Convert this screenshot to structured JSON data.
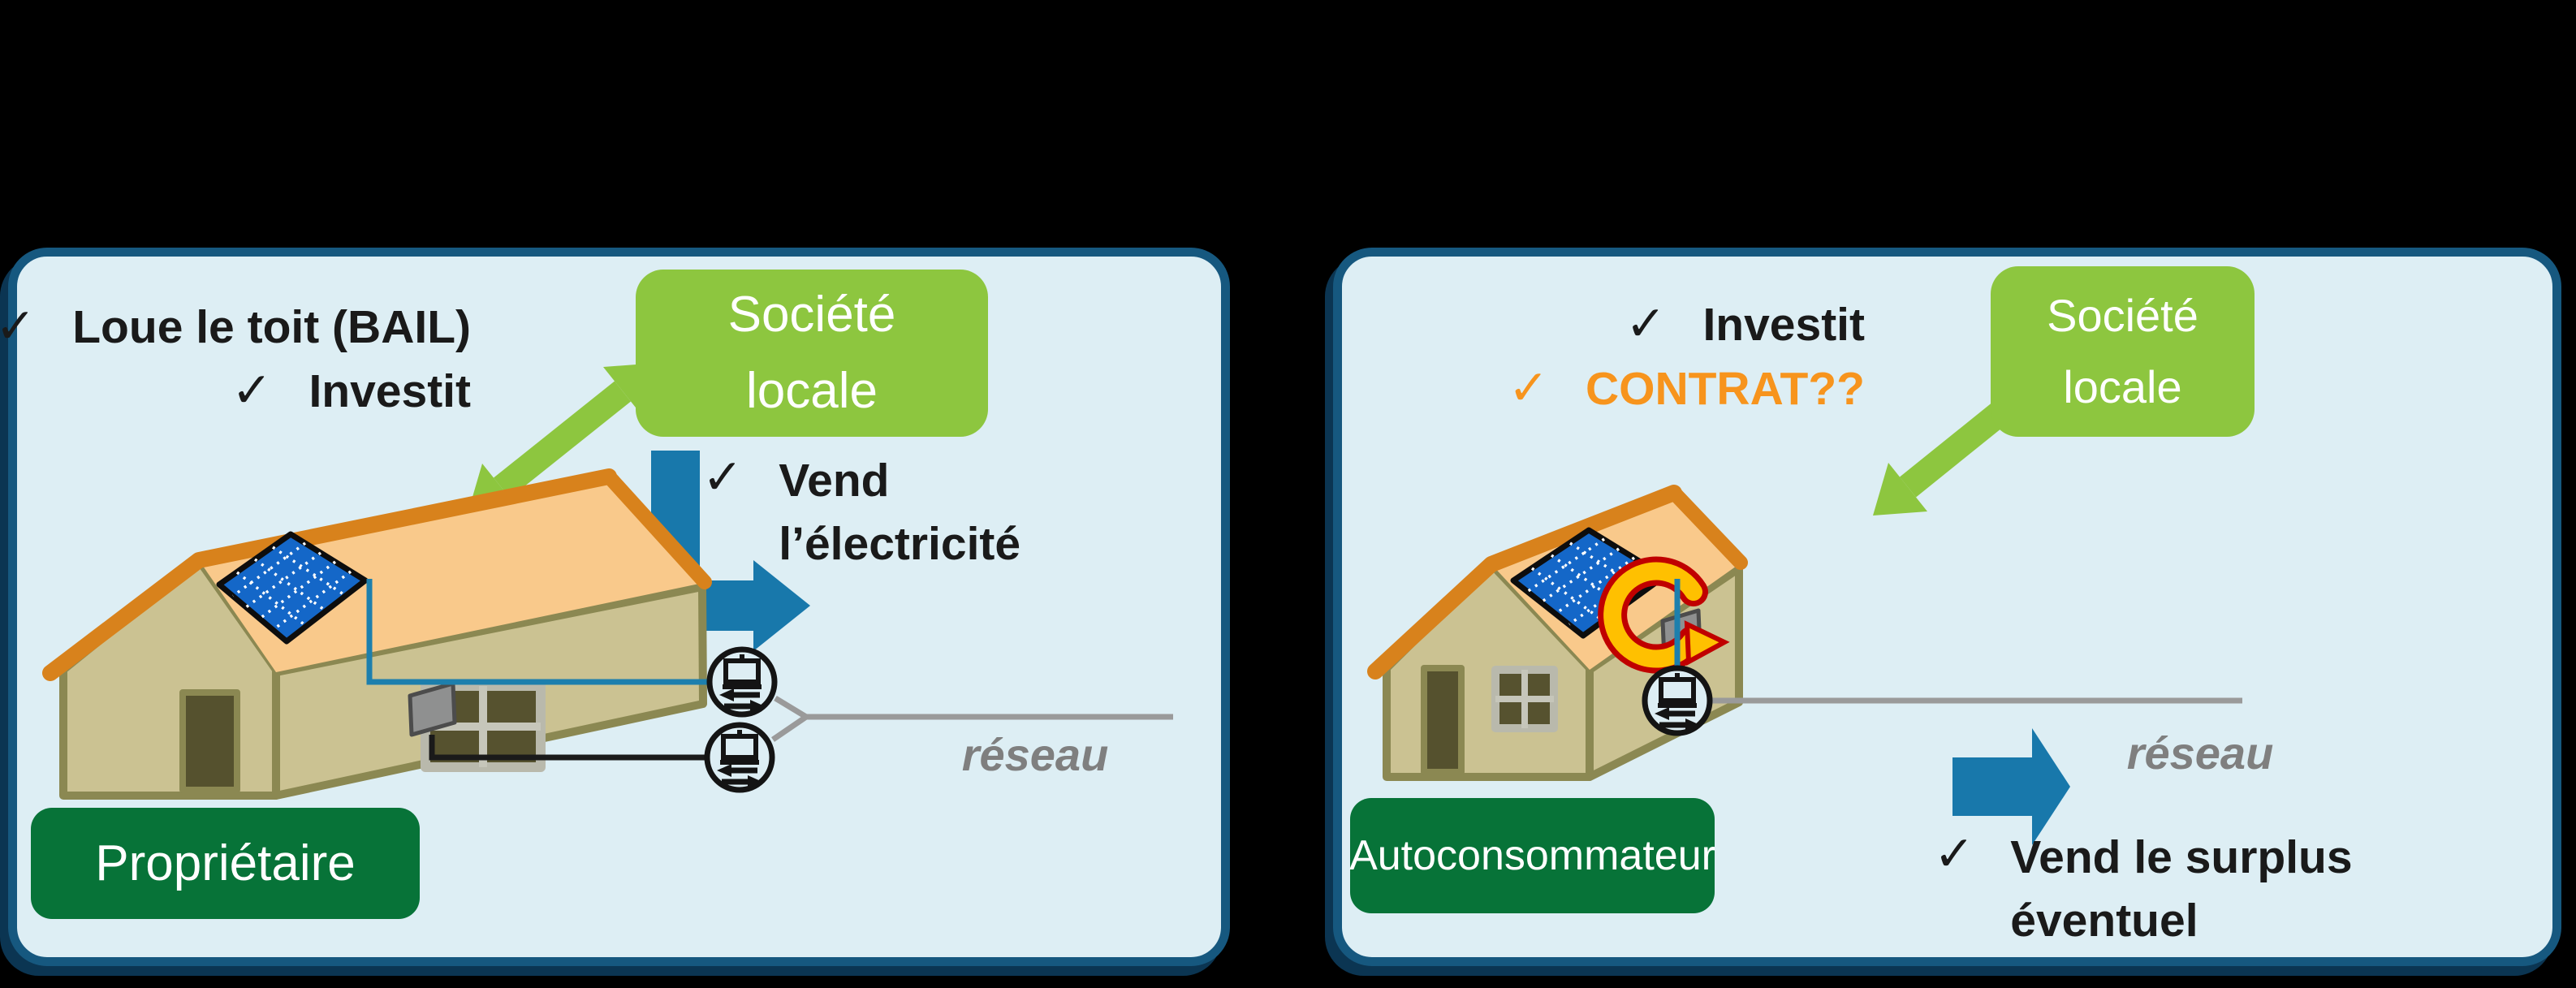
{
  "colors": {
    "panel_background": "#ddeef4",
    "panel_border": "#16587f",
    "company_green": "#8dc63f",
    "actor_green": "#077338",
    "highlight_orange": "#f7941d",
    "arrow_blue": "#1878ab",
    "network_gray": "#7f7f7f",
    "roof_orange": "#d8821c",
    "solar_blue": "#1467c8"
  },
  "icons": {
    "check": "✓"
  },
  "left_panel": {
    "claims": [
      "Loue le toit (BAIL)",
      "Investit"
    ],
    "company_box": "Société\nlocale",
    "sell_label": "Vend\nl’électricité",
    "actor_box": "Propriétaire",
    "network_label": "réseau"
  },
  "right_panel": {
    "claims": [
      "Investit",
      "CONTRAT??"
    ],
    "company_box": "Société\nlocale",
    "sell_label": "Vend le surplus\néventuel",
    "actor_box": "Autoconsommateur",
    "network_label": "réseau"
  }
}
